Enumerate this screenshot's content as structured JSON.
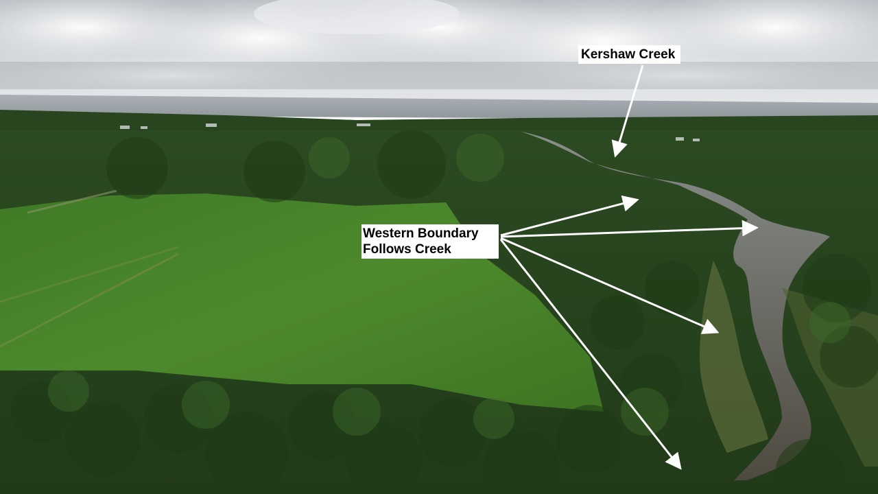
{
  "labels": {
    "kershaw": "Kershaw Creek",
    "western_line1": "Western Boundary",
    "western_line2": "Follows Creek"
  },
  "colors": {
    "arrow": "#ffffff",
    "label_bg": "#ffffff",
    "label_text": "#000000",
    "sky": "#c9ced3",
    "water": "#5b5a4e",
    "forest": "#2f5a22",
    "field": "#4f8a2d"
  }
}
